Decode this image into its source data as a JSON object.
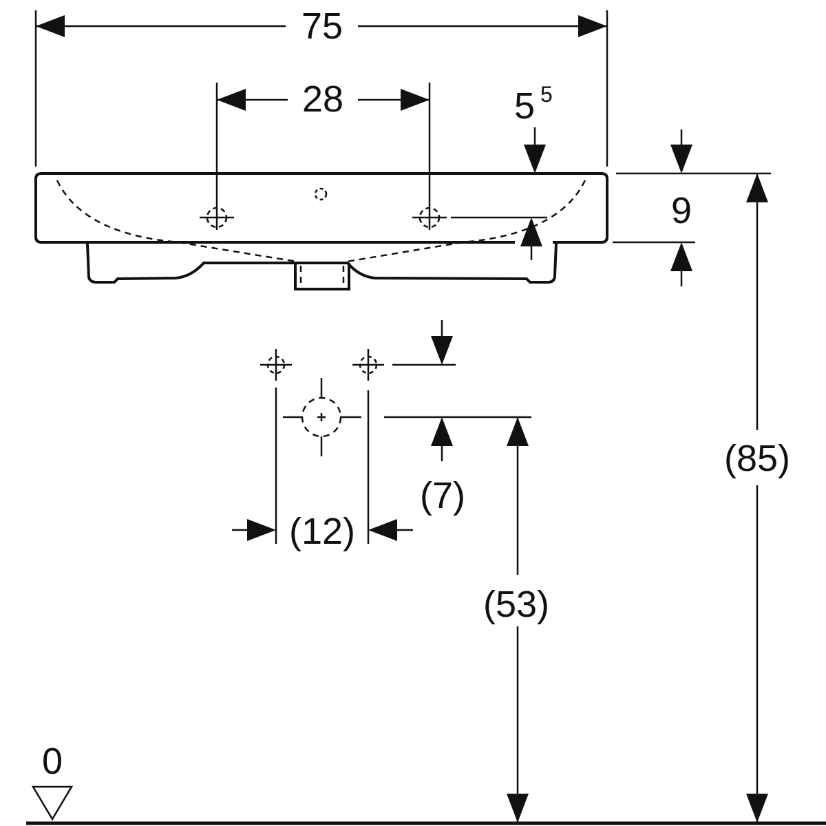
{
  "drawing": {
    "dimensions": {
      "overall_width": "75",
      "tap_hole_spacing": "28",
      "rim_offset": "5",
      "rim_offset_superscript": "5",
      "basin_height": "9",
      "total_height": "(85)",
      "drain_height": "(53)",
      "drain_offset": "(7)",
      "connection_spacing": "(12)",
      "floor_level": "0"
    },
    "colors": {
      "line": "#111111",
      "background": "#ffffff"
    }
  }
}
